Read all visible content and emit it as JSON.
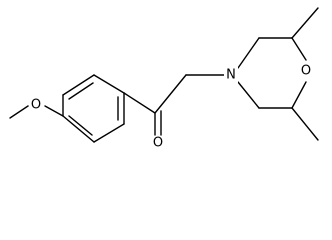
{
  "molecule": {
    "atoms": {
      "methoxy_o": "O",
      "carbonyl_o": "O",
      "nitrogen": "N",
      "ring_o": "O"
    }
  }
}
